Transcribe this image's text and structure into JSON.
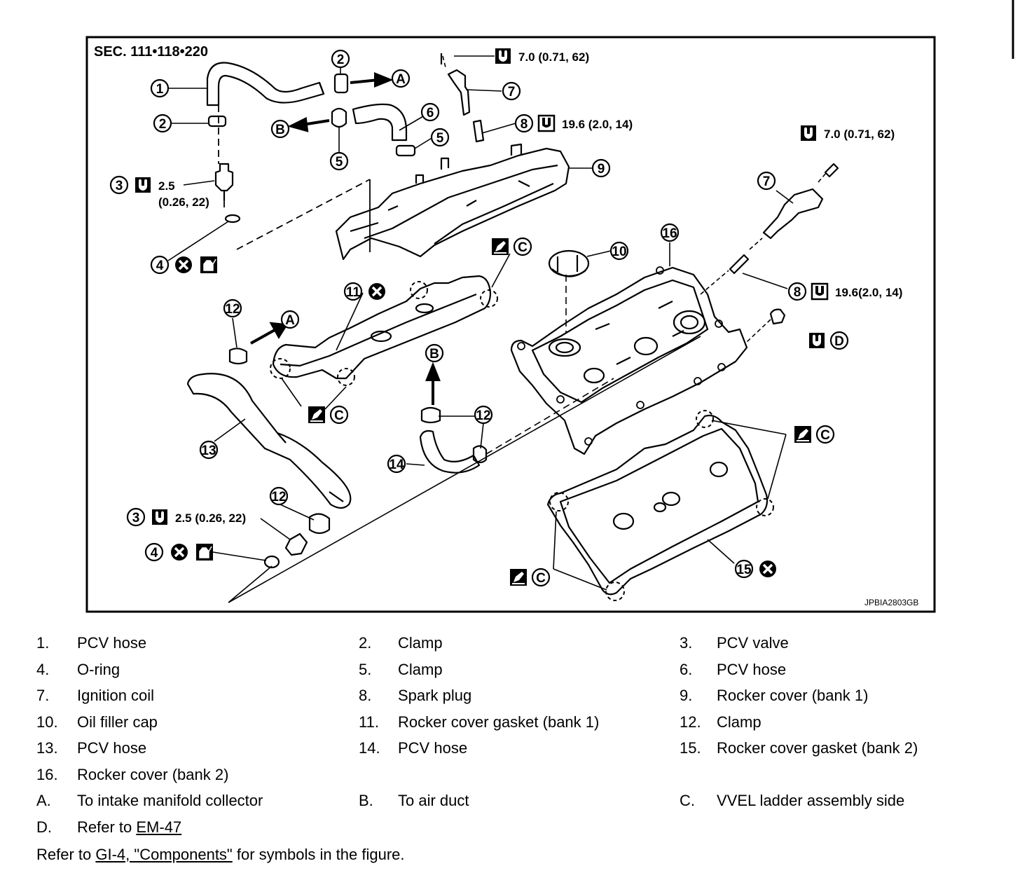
{
  "figure": {
    "section": "SEC. 111•118•220",
    "figure_id": "JPBIA2803GB",
    "torques": {
      "coil_bolt_bank1": "7.0 (0.71, 62)",
      "coil_bolt_bank2": "7.0 (0.71, 62)",
      "spark_plug_bank1": "19.6 (2.0, 14)",
      "spark_plug_bank2": "19.6(2.0, 14)",
      "pcv_valve_upper_a": "2.5",
      "pcv_valve_upper_b": "(0.26, 22)",
      "pcv_valve_lower": "2.5 (0.26, 22)"
    },
    "callouts": [
      "1",
      "2",
      "3",
      "4",
      "5",
      "6",
      "7",
      "8",
      "9",
      "10",
      "11",
      "12",
      "13",
      "14",
      "15",
      "16"
    ],
    "letters": [
      "A",
      "B",
      "C",
      "D"
    ]
  },
  "legend": {
    "rows": [
      [
        {
          "num": "1.",
          "text": "PCV hose"
        },
        {
          "num": "2.",
          "text": "Clamp"
        },
        {
          "num": "3.",
          "text": "PCV valve"
        }
      ],
      [
        {
          "num": "4.",
          "text": "O-ring"
        },
        {
          "num": "5.",
          "text": "Clamp"
        },
        {
          "num": "6.",
          "text": "PCV hose"
        }
      ],
      [
        {
          "num": "7.",
          "text": "Ignition coil"
        },
        {
          "num": "8.",
          "text": "Spark plug"
        },
        {
          "num": "9.",
          "text": "Rocker cover (bank 1)"
        }
      ],
      [
        {
          "num": "10.",
          "text": "Oil filler cap"
        },
        {
          "num": "11.",
          "text": "Rocker cover gasket (bank 1)"
        },
        {
          "num": "12.",
          "text": "Clamp"
        }
      ],
      [
        {
          "num": "13.",
          "text": "PCV hose"
        },
        {
          "num": "14.",
          "text": "PCV hose"
        },
        {
          "num": "15.",
          "text": "Rocker cover gasket (bank 2)"
        }
      ],
      [
        {
          "num": "16.",
          "text": "Rocker cover (bank 2)"
        }
      ],
      [
        {
          "num": "A.",
          "text": "To intake manifold collector"
        },
        {
          "num": "B.",
          "text": "To air duct"
        },
        {
          "num": "C.",
          "text": "VVEL ladder assembly side"
        }
      ],
      [
        {
          "num": "D.",
          "text": "Refer to ",
          "link": "EM-47"
        }
      ]
    ],
    "note_prefix": "Refer to ",
    "note_link": "GI-4, \"Components\"",
    "note_suffix": " for symbols in the figure."
  }
}
